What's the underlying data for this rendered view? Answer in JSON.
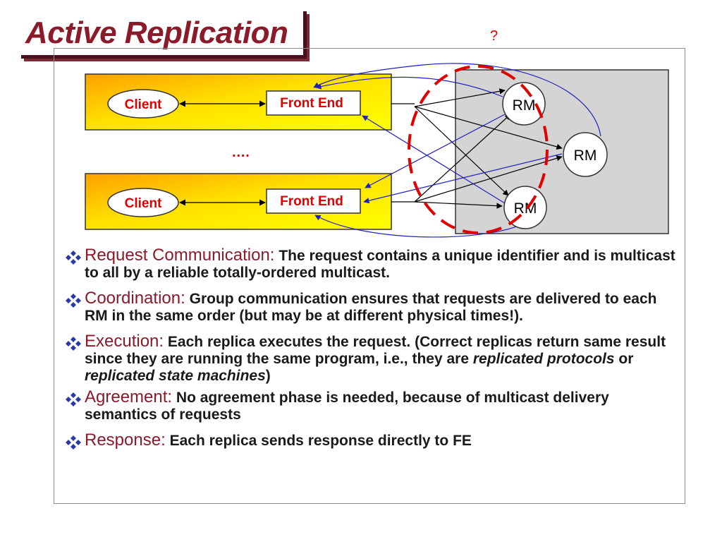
{
  "title": "Active Replication",
  "question_mark": "?",
  "diagram": {
    "client_label": "Client",
    "front_end_label": "Front End",
    "ellipsis": "….",
    "rm_label": "RM"
  },
  "bullets": [
    {
      "head": "Request Communication:",
      "text": "The request contains a unique identifier and is multicast to all by a reliable totally-ordered multicast."
    },
    {
      "head": "Coordination:",
      "text": "Group communication ensures that requests are delivered to each RM in the same order (but may be at different physical times!)."
    },
    {
      "head": "Execution:",
      "text_pre": "Each replica executes the request.  (Correct replicas return same result since they are running the same program, i.e., they are",
      "italic1": "replicated protocols",
      "mid": "or",
      "italic2": "replicated state machines",
      "post": ")"
    },
    {
      "head": "Agreement:",
      "text": "No agreement phase is needed, because of multicast delivery semantics of requests"
    },
    {
      "head": "Response:",
      "text": "Each replica sends response directly to FE"
    }
  ],
  "colors": {
    "title": "#8b1a2b",
    "box_gradient_start": "#ffff00",
    "box_gradient_end": "#ff9a00",
    "rm_panel": "#d4d4d4",
    "dashed_circle": "#e00000",
    "response_arrows": "#2020c0",
    "label_red": "#e00000"
  }
}
